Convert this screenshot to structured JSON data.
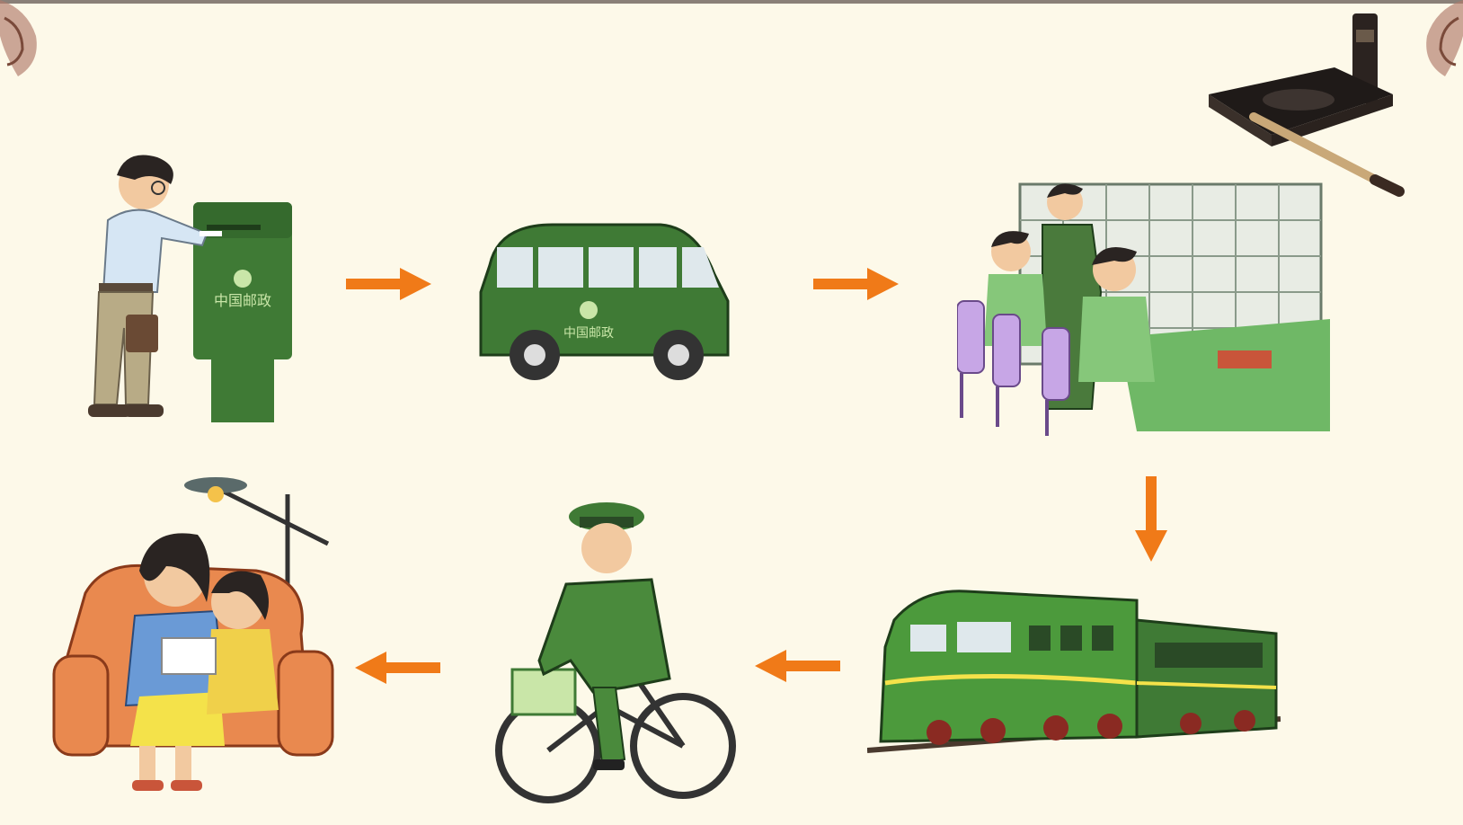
{
  "diagram": {
    "type": "process-flow",
    "steps": [
      {
        "id": "post-letter",
        "icon": "man-posting-letter-into-mailbox",
        "mailbox_label": "中国邮政"
      },
      {
        "id": "mail-van",
        "icon": "green-postal-van",
        "van_label": "中国邮政"
      },
      {
        "id": "sorting-office",
        "icon": "postal-workers-sorting-mail"
      },
      {
        "id": "mail-train",
        "icon": "green-locomotive-train"
      },
      {
        "id": "postman-bicycle",
        "icon": "postman-riding-bicycle"
      },
      {
        "id": "family-reading",
        "icon": "family-reading-letter"
      }
    ],
    "arrows": [
      {
        "from": "post-letter",
        "to": "mail-van",
        "direction": "right"
      },
      {
        "from": "mail-van",
        "to": "sorting-office",
        "direction": "right"
      },
      {
        "from": "sorting-office",
        "to": "mail-train",
        "direction": "down"
      },
      {
        "from": "mail-train",
        "to": "postman-bicycle",
        "direction": "left"
      },
      {
        "from": "postman-bicycle",
        "to": "family-reading",
        "direction": "left"
      }
    ],
    "decorations": [
      "ornament-corner-left",
      "ornament-corner-right",
      "inkstone-brush"
    ]
  },
  "colors": {
    "background": "#fdf9e9",
    "arrow": "#f07a18",
    "postal_green": "#3f7a35",
    "train_green": "#4c9a3c"
  }
}
